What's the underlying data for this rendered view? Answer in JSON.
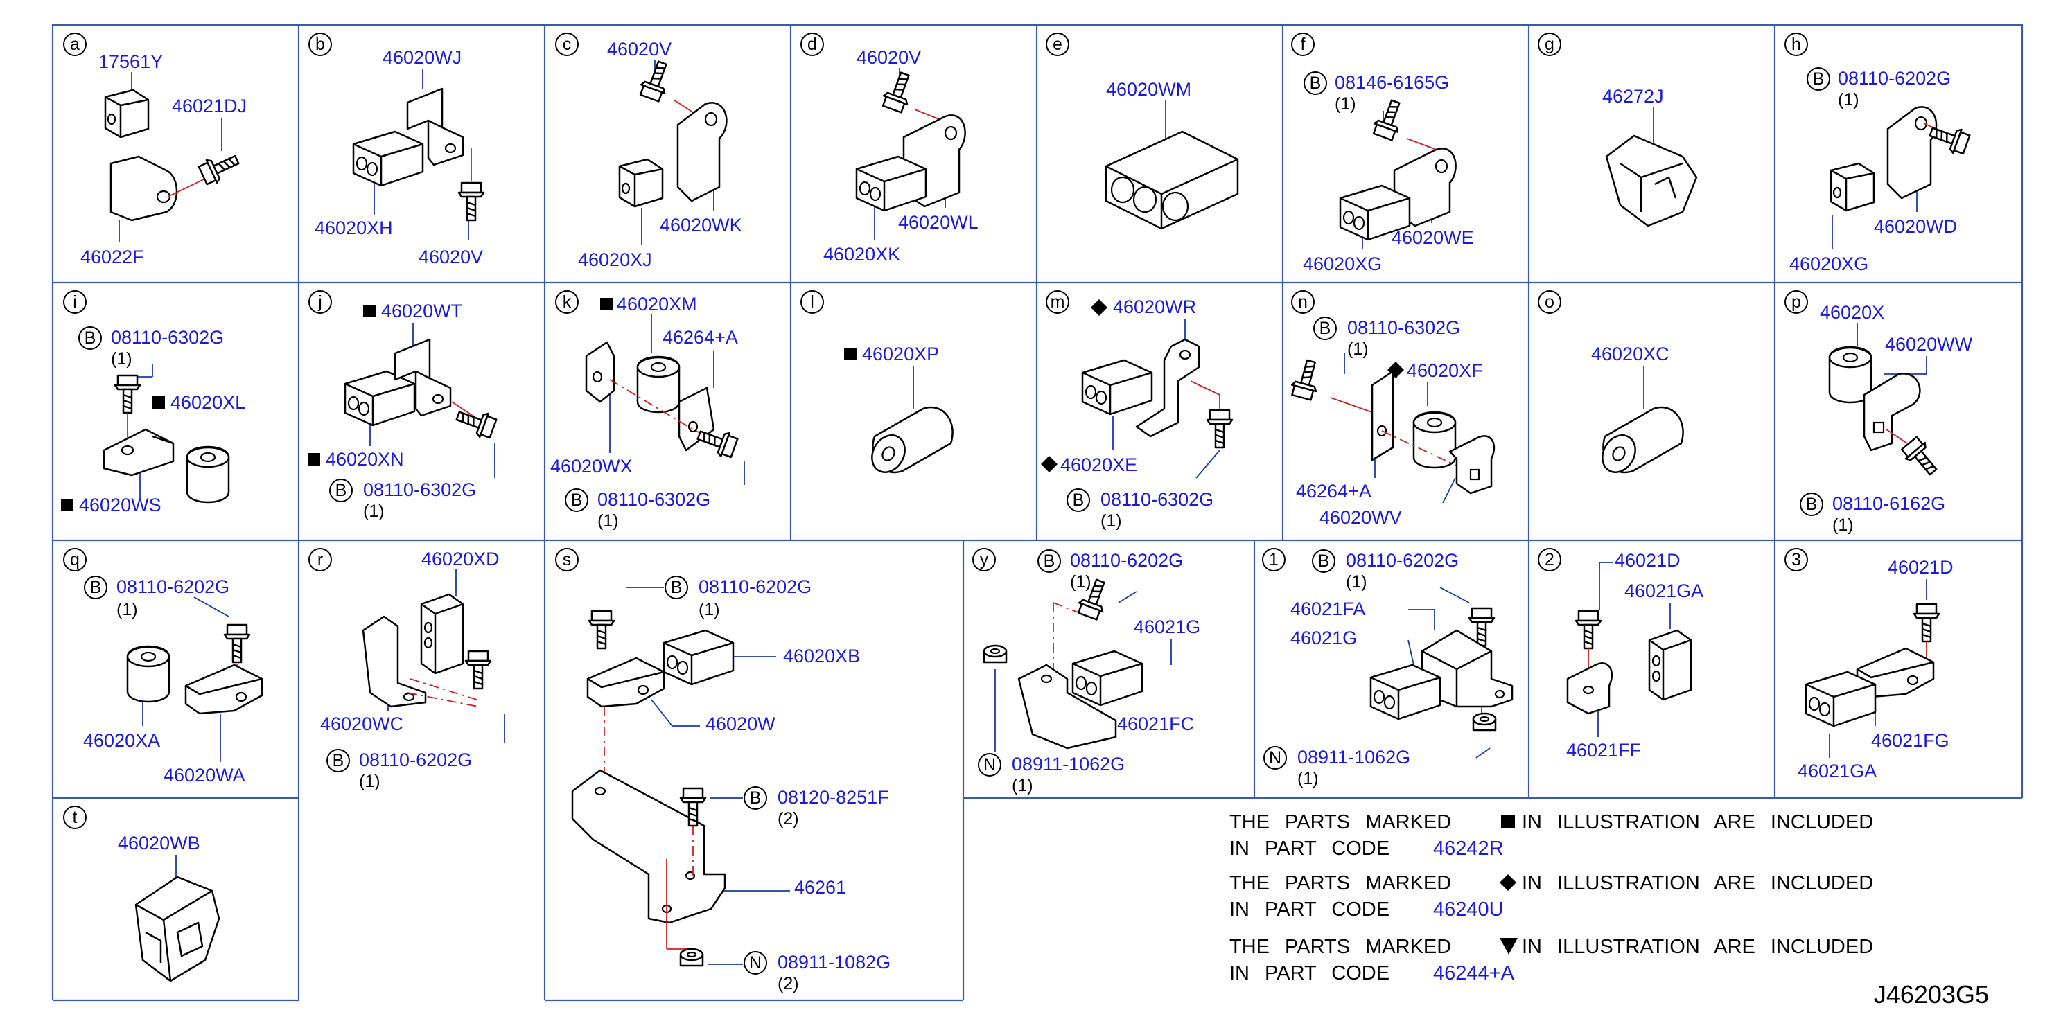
{
  "cells": {
    "a": {
      "letter": "a",
      "labels": [
        "17561Y",
        "46021DJ",
        "46022F"
      ]
    },
    "b": {
      "letter": "b",
      "labels": [
        "46020WJ",
        "46020XH",
        "46020V"
      ]
    },
    "c": {
      "letter": "c",
      "labels": [
        "46020V",
        "46020WK",
        "46020XJ"
      ]
    },
    "d": {
      "letter": "d",
      "labels": [
        "46020V",
        "46020WL",
        "46020XK"
      ]
    },
    "e": {
      "letter": "e",
      "labels": [
        "46020WM"
      ]
    },
    "f": {
      "letter": "f",
      "labels": [
        "08146-6165G",
        "46020WE",
        "46020XG"
      ],
      "qty": [
        "(1)"
      ]
    },
    "g": {
      "letter": "g",
      "labels": [
        "46272J"
      ]
    },
    "h": {
      "letter": "h",
      "labels": [
        "08110-6202G",
        "46020WD",
        "46020XG"
      ],
      "qty": [
        "(1)"
      ]
    },
    "i": {
      "letter": "i",
      "labels": [
        "08110-6302G",
        "46020XL",
        "46020WS"
      ],
      "qty": [
        "(1)"
      ]
    },
    "j": {
      "letter": "j",
      "labels": [
        "46020WT",
        "46020XN",
        "08110-6302G"
      ],
      "qty": [
        "(1)"
      ]
    },
    "k": {
      "letter": "k",
      "labels": [
        "46020XM",
        "46264+A",
        "46020WX",
        "08110-6302G"
      ],
      "qty": [
        "(1)"
      ]
    },
    "l": {
      "letter": "l",
      "labels": [
        "46020XP"
      ]
    },
    "m": {
      "letter": "m",
      "labels": [
        "46020WR",
        "46020XE",
        "08110-6302G"
      ],
      "qty": [
        "(1)"
      ]
    },
    "n": {
      "letter": "n",
      "labels": [
        "08110-6302G",
        "46020XF",
        "46264+A",
        "46020WV"
      ],
      "qty": [
        "(1)"
      ]
    },
    "o": {
      "letter": "o",
      "labels": [
        "46020XC"
      ]
    },
    "p": {
      "letter": "p",
      "labels": [
        "46020X",
        "46020WW",
        "08110-6162G"
      ],
      "qty": [
        "(1)"
      ]
    },
    "q": {
      "letter": "q",
      "labels": [
        "08110-6202G",
        "46020XA",
        "46020WA"
      ],
      "qty": [
        "(1)"
      ]
    },
    "r": {
      "letter": "r",
      "labels": [
        "46020XD",
        "46020WC",
        "08110-6202G"
      ],
      "qty": [
        "(1)"
      ]
    },
    "s": {
      "letter": "s",
      "labels": [
        "08110-6202G",
        "46020XB",
        "46020W",
        "08120-8251F",
        "46261",
        "08911-1082G"
      ],
      "qty": [
        "(1)",
        "(2)",
        "(2)"
      ]
    },
    "y": {
      "letter": "y",
      "labels": [
        "08110-6202G",
        "46021G",
        "46021FC",
        "08911-1062G"
      ],
      "qty": [
        "(1)",
        "(1)"
      ]
    },
    "1": {
      "letter": "1",
      "labels": [
        "08110-6202G",
        "46021FA",
        "46021G",
        "08911-1062G"
      ],
      "qty": [
        "(1)",
        "(1)"
      ]
    },
    "2": {
      "letter": "2",
      "labels": [
        "46021D",
        "46021GA",
        "46021FF"
      ]
    },
    "3": {
      "letter": "3",
      "labels": [
        "46021D",
        "46021FG",
        "46021GA"
      ]
    },
    "t": {
      "letter": "t",
      "labels": [
        "46020WB"
      ]
    }
  },
  "prefix_letters": {
    "bolt": "B",
    "nut": "N"
  },
  "notes": [
    {
      "text": "THE PARTS MARKED",
      "mark": "square",
      "suffix": "IN ILLUSTRATION ARE INCLUDED",
      "line2": "IN PART CODE",
      "code": "46242R"
    },
    {
      "text": "THE PARTS MARKED",
      "mark": "diamond",
      "suffix": "IN ILLUSTRATION ARE INCLUDED",
      "line2": "IN PART CODE",
      "code": "46240U"
    },
    {
      "text": "THE PARTS MARKED",
      "mark": "triangle",
      "suffix": "IN ILLUSTRATION ARE INCLUDED",
      "line2": "IN PART CODE",
      "code": "46244+A"
    }
  ],
  "diagram_id": "J46203G5",
  "colors": {
    "label": "#1a1ad8",
    "border": "#3a5ba8",
    "centerline": "#d02020"
  }
}
